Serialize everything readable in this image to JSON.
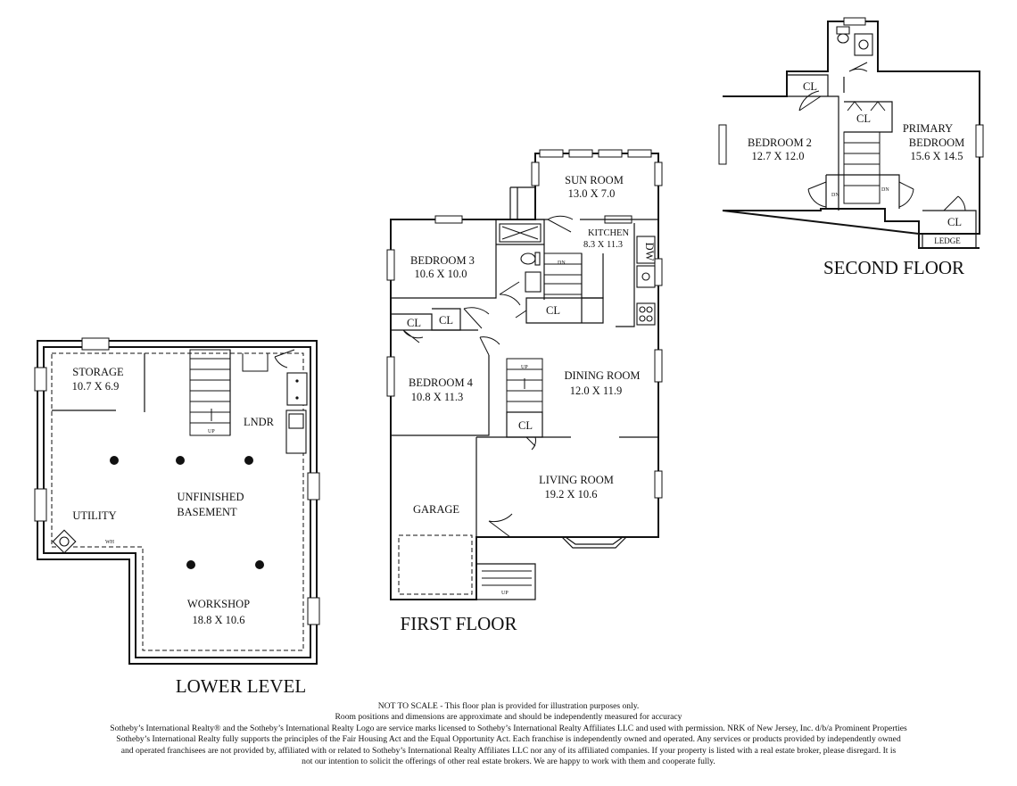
{
  "floors": {
    "lower": {
      "title": "LOWER LEVEL",
      "rooms": {
        "storage": {
          "name": "STORAGE",
          "dims": "10.7 X 6.9"
        },
        "lndr": {
          "name": "LNDR"
        },
        "basement": {
          "name1": "UNFINISHED",
          "name2": "BASEMENT"
        },
        "utility": {
          "name": "UTILITY"
        },
        "workshop": {
          "name": "WORKSHOP",
          "dims": "18.8 X 10.6"
        }
      },
      "labels": {
        "up": "UP",
        "wh": "WH"
      }
    },
    "first": {
      "title": "FIRST FLOOR",
      "rooms": {
        "sun": {
          "name": "SUN ROOM",
          "dims": "13.0 X 7.0"
        },
        "kitchen": {
          "name": "KITCHEN",
          "dims": "8.3 X 11.3"
        },
        "bed3": {
          "name": "BEDROOM 3",
          "dims": "10.6 X 10.0"
        },
        "bed4": {
          "name": "BEDROOM 4",
          "dims": "10.8 X 11.3"
        },
        "dining": {
          "name": "DINING ROOM",
          "dims": "12.0 X 11.9"
        },
        "living": {
          "name": "LIVING ROOM",
          "dims": "19.2 X 10.6"
        },
        "garage": {
          "name": "GARAGE"
        }
      },
      "closets": {
        "cl1": "CL",
        "cl2": "CL",
        "cl3": "CL",
        "cl4": "CL"
      },
      "labels": {
        "dw": "DW",
        "dn": "DN",
        "up1": "UP",
        "up2": "UP"
      }
    },
    "second": {
      "title": "SECOND FLOOR",
      "rooms": {
        "bed2": {
          "name": "BEDROOM 2",
          "dims": "12.7 X 12.0"
        },
        "primary": {
          "name1": "PRIMARY",
          "name2": "BEDROOM",
          "dims": "15.6 X 14.5"
        },
        "ledge": {
          "name": "LEDGE"
        }
      },
      "closets": {
        "cl1": "CL",
        "cl2": "CL",
        "cl3": "CL"
      },
      "labels": {
        "dn1": "DN",
        "dn2": "DN"
      }
    }
  },
  "disclaimer": [
    "NOT TO SCALE - This floor plan is provided for illustration purposes only.",
    "Room positions and dimensions are approximate and should be independently measured for accuracy",
    "Sotheby’s International Realty® and the Sotheby’s International Realty Logo are service marks licensed to Sotheby’s International Realty Affiliates LLC and used with permission. NRK of New Jersey, Inc. d/b/a Prominent Properties",
    "Sotheby’s International Realty fully supports the principles of the Fair Housing Act and the Equal Opportunity Act. Each franchise is independently owned and operated. Any services or products provided by independently owned",
    "and operated franchisees are not provided by, affiliated with or related to Sotheby’s International Realty Affiliates LLC nor any of its affiliated companies. If your property is listed with a real estate broker, please disregard. It is",
    "not our intention to solicit the offerings of other real estate brokers. We are happy to work with them and cooperate fully."
  ]
}
